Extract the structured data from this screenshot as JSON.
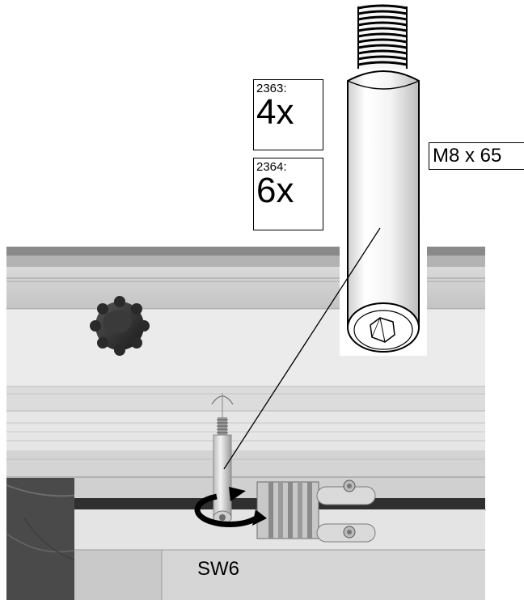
{
  "quantities": [
    {
      "code": "2363:",
      "count": "4x"
    },
    {
      "code": "2364:",
      "count": "6x"
    }
  ],
  "screw_spec": "M8 x 65",
  "tool_spec": "SW6",
  "icons": {
    "screw": "socket-head-screw-icon",
    "rotation": "clockwise-rotation-arrow-icon",
    "knob": "star-knob-icon"
  }
}
